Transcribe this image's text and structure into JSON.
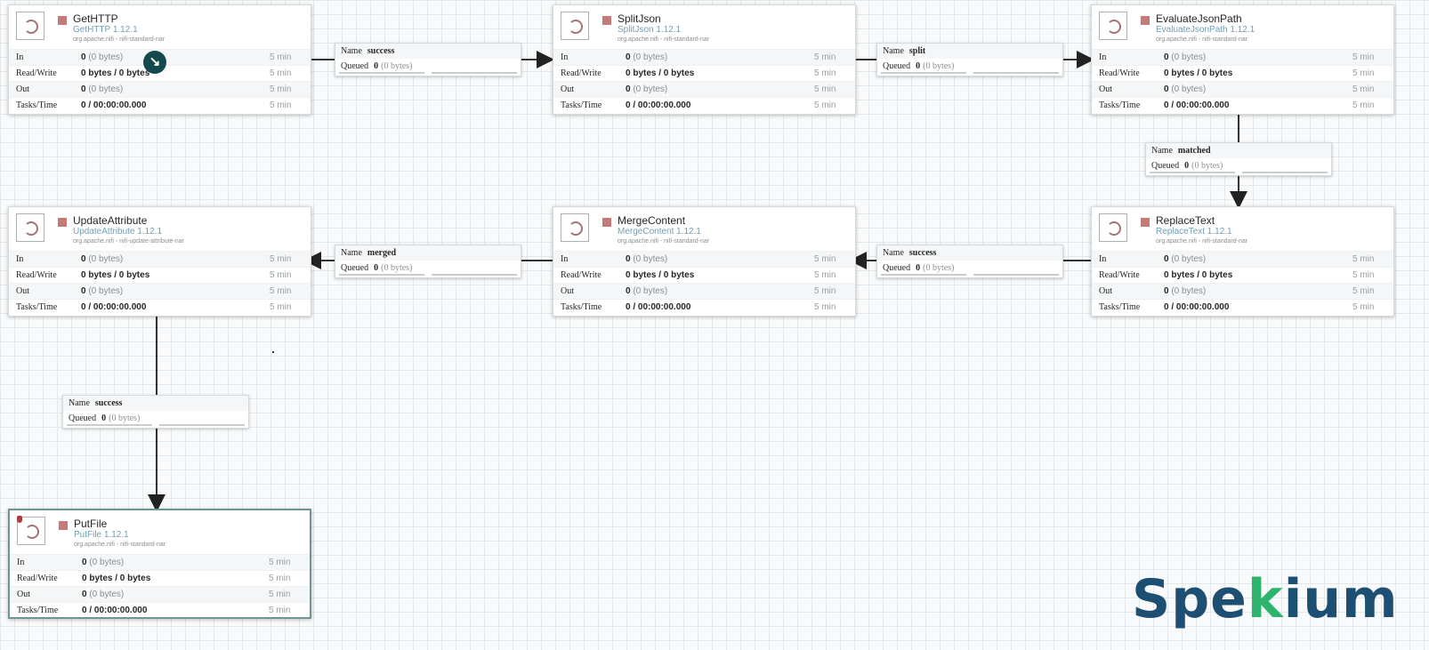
{
  "processors": [
    {
      "name": "GetHTTP",
      "type": "GetHTTP 1.12.1",
      "bundle": "org.apache.nifi - nifi-standard-nar",
      "in": [
        "0",
        "(0 bytes)"
      ],
      "rw": "0 bytes / 0 bytes",
      "out": [
        "0",
        "(0 bytes)"
      ],
      "tasks": "0 / 00:00:00.000",
      "time": "5 min"
    },
    {
      "name": "SplitJson",
      "type": "SplitJson 1.12.1",
      "bundle": "org.apache.nifi - nifi-standard-nar",
      "in": [
        "0",
        "(0 bytes)"
      ],
      "rw": "0 bytes / 0 bytes",
      "out": [
        "0",
        "(0 bytes)"
      ],
      "tasks": "0 / 00:00:00.000",
      "time": "5 min"
    },
    {
      "name": "EvaluateJsonPath",
      "type": "EvaluateJsonPath 1.12.1",
      "bundle": "org.apache.nifi - nifi-standard-nar",
      "in": [
        "0",
        "(0 bytes)"
      ],
      "rw": "0 bytes / 0 bytes",
      "out": [
        "0",
        "(0 bytes)"
      ],
      "tasks": "0 / 00:00:00.000",
      "time": "5 min"
    },
    {
      "name": "UpdateAttribute",
      "type": "UpdateAttribute 1.12.1",
      "bundle": "org.apache.nifi - nifi-update-attribute-nar",
      "in": [
        "0",
        "(0 bytes)"
      ],
      "rw": "0 bytes / 0 bytes",
      "out": [
        "0",
        "(0 bytes)"
      ],
      "tasks": "0 / 00:00:00.000",
      "time": "5 min"
    },
    {
      "name": "MergeContent",
      "type": "MergeContent 1.12.1",
      "bundle": "org.apache.nifi - nifi-standard-nar",
      "in": [
        "0",
        "(0 bytes)"
      ],
      "rw": "0 bytes / 0 bytes",
      "out": [
        "0",
        "(0 bytes)"
      ],
      "tasks": "0 / 00:00:00.000",
      "time": "5 min"
    },
    {
      "name": "ReplaceText",
      "type": "ReplaceText 1.12.1",
      "bundle": "org.apache.nifi - nifi-standard-nar",
      "in": [
        "0",
        "(0 bytes)"
      ],
      "rw": "0 bytes / 0 bytes",
      "out": [
        "0",
        "(0 bytes)"
      ],
      "tasks": "0 / 00:00:00.000",
      "time": "5 min"
    },
    {
      "name": "PutFile",
      "type": "PutFile 1.12.1",
      "bundle": "org.apache.nifi - nifi-standard-nar",
      "in": [
        "0",
        "(0 bytes)"
      ],
      "rw": "0 bytes / 0 bytes",
      "out": [
        "0",
        "(0 bytes)"
      ],
      "tasks": "0 / 00:00:00.000",
      "time": "5 min"
    }
  ],
  "labels": {
    "in": "In",
    "rw": "Read/Write",
    "out": "Out",
    "tasks": "Tasks/Time",
    "name": "Name",
    "queued": "Queued"
  },
  "connections": [
    {
      "name": "success",
      "queued_count": "0",
      "queued_size": "(0 bytes)"
    },
    {
      "name": "split",
      "queued_count": "0",
      "queued_size": "(0 bytes)"
    },
    {
      "name": "matched",
      "queued_count": "0",
      "queued_size": "(0 bytes)"
    },
    {
      "name": "merged",
      "queued_count": "0",
      "queued_size": "(0 bytes)"
    },
    {
      "name": "success",
      "queued_count": "0",
      "queued_size": "(0 bytes)"
    },
    {
      "name": "success",
      "queued_count": "0",
      "queued_size": "(0 bytes)"
    }
  ],
  "icons": {
    "processor": "processor-icon",
    "stopped": "stopped-square-icon",
    "invalid": "invalid-warning-icon",
    "cursor": "move-cursor-icon"
  },
  "logo": {
    "prefix": "Spe",
    "accent": "k",
    "suffix": "ium"
  },
  "colors": {
    "accent": "#1c4f72",
    "logo_accent": "#2fb46e",
    "stopped": "#c47a7a",
    "selected_border": "#709496"
  }
}
